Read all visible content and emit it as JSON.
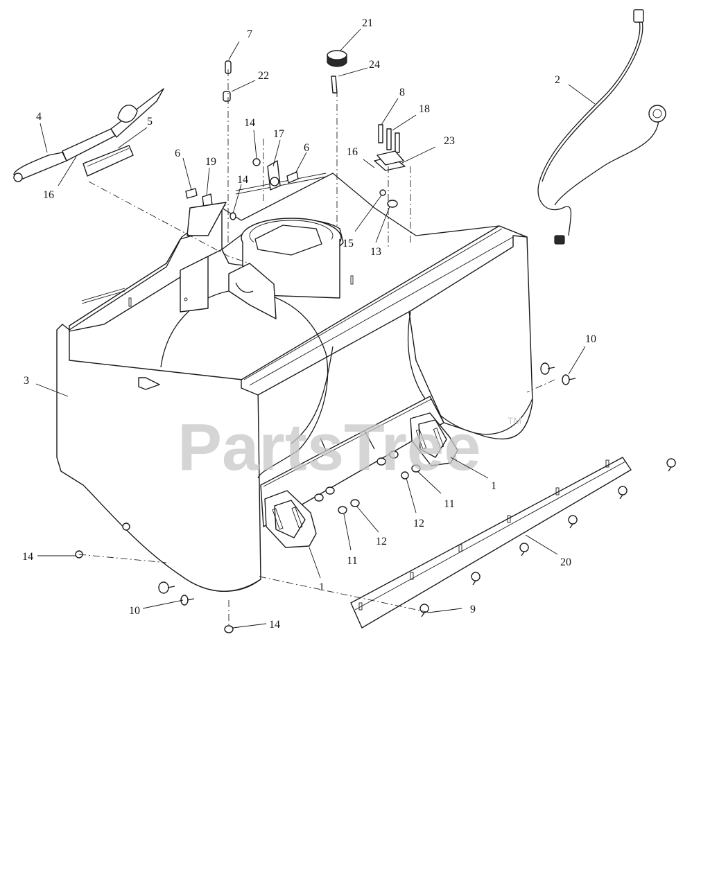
{
  "watermark": {
    "brand": "PartsTree",
    "trademark": "TM"
  },
  "callouts": [
    {
      "id": "c7",
      "label": "7"
    },
    {
      "id": "c21",
      "label": "21"
    },
    {
      "id": "c24",
      "label": "24"
    },
    {
      "id": "c22",
      "label": "22"
    },
    {
      "id": "c2",
      "label": "2"
    },
    {
      "id": "c8",
      "label": "8"
    },
    {
      "id": "c18",
      "label": "18"
    },
    {
      "id": "c4",
      "label": "4"
    },
    {
      "id": "c5",
      "label": "5"
    },
    {
      "id": "c14a",
      "label": "14"
    },
    {
      "id": "c17",
      "label": "17"
    },
    {
      "id": "c6a",
      "label": "6"
    },
    {
      "id": "c6b",
      "label": "6"
    },
    {
      "id": "c19",
      "label": "19"
    },
    {
      "id": "c16a",
      "label": "16"
    },
    {
      "id": "c23",
      "label": "23"
    },
    {
      "id": "c16b",
      "label": "16"
    },
    {
      "id": "c14b",
      "label": "14"
    },
    {
      "id": "c15",
      "label": "15"
    },
    {
      "id": "c13",
      "label": "13"
    },
    {
      "id": "c3",
      "label": "3"
    },
    {
      "id": "c10a",
      "label": "10"
    },
    {
      "id": "c1a",
      "label": "1"
    },
    {
      "id": "c11a",
      "label": "11"
    },
    {
      "id": "c12a",
      "label": "12"
    },
    {
      "id": "c12b",
      "label": "12"
    },
    {
      "id": "c11b",
      "label": "11"
    },
    {
      "id": "c20",
      "label": "20"
    },
    {
      "id": "c14c",
      "label": "14"
    },
    {
      "id": "c1b",
      "label": "1"
    },
    {
      "id": "c9",
      "label": "9"
    },
    {
      "id": "c10b",
      "label": "10"
    },
    {
      "id": "c14d",
      "label": "14"
    }
  ]
}
